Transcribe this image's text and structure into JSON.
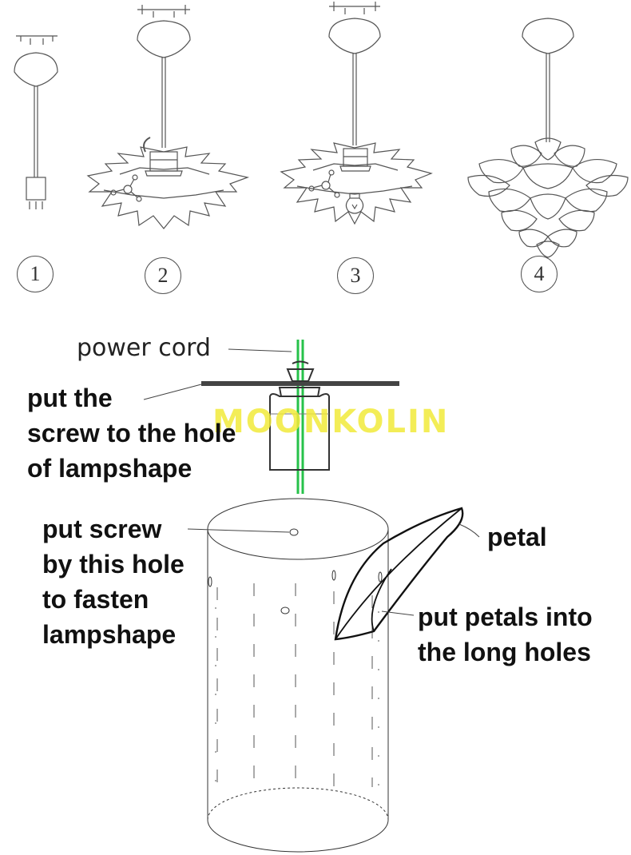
{
  "steps": [
    {
      "number": "1"
    },
    {
      "number": "2"
    },
    {
      "number": "3"
    },
    {
      "number": "4"
    }
  ],
  "labels": {
    "power_cord": "power cord",
    "put_screw_hole": "put the\nscrew to the hole\nof lampshape",
    "put_screw_fasten": "put screw\nby this hole\n to fasten\nlampshape",
    "petal": "petal",
    "put_petals": "put petals into\nthe long holes"
  },
  "watermark": "MOONKOLIN",
  "colors": {
    "cord_green": "#26c24a",
    "watermark_yellow": "#f2ea3a",
    "line_dark": "#333333",
    "bar_dark": "#444444"
  }
}
